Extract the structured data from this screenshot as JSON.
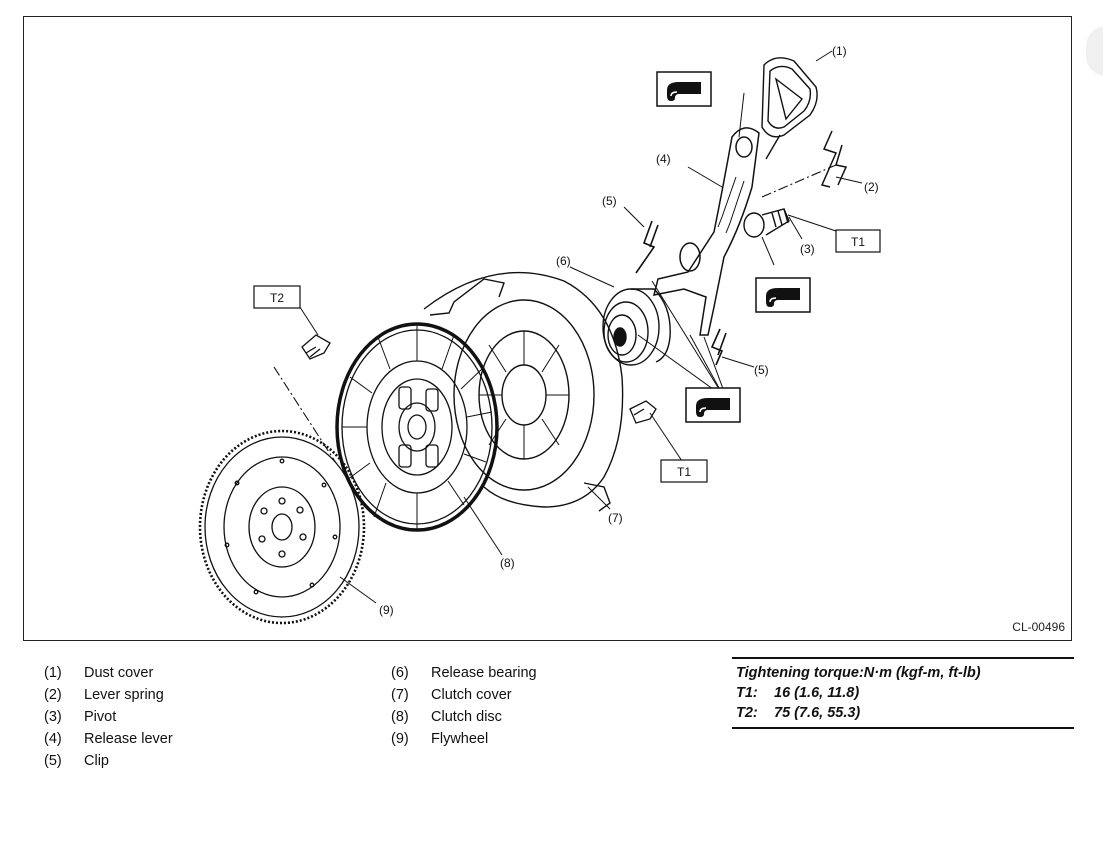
{
  "figure": {
    "code": "CL-00496",
    "callouts": {
      "c1": "(1)",
      "c2": "(2)",
      "c3": "(3)",
      "c4": "(4)",
      "c5a": "(5)",
      "c5b": "(5)",
      "c6": "(6)",
      "c7": "(7)",
      "c8": "(8)",
      "c9": "(9)"
    },
    "torque_tags": {
      "t1_upper": "T1",
      "t1_lower": "T1",
      "t2": "T2"
    }
  },
  "legend": {
    "left": [
      {
        "num": "(1)",
        "label": "Dust cover"
      },
      {
        "num": "(2)",
        "label": "Lever spring"
      },
      {
        "num": "(3)",
        "label": "Pivot"
      },
      {
        "num": "(4)",
        "label": "Release lever"
      },
      {
        "num": "(5)",
        "label": "Clip"
      }
    ],
    "right": [
      {
        "num": "(6)",
        "label": "Release bearing"
      },
      {
        "num": "(7)",
        "label": "Clutch cover"
      },
      {
        "num": "(8)",
        "label": "Clutch disc"
      },
      {
        "num": "(9)",
        "label": "Flywheel"
      }
    ]
  },
  "torque_table": {
    "heading": "Tightening torque:N·m (kgf-m, ft-lb)",
    "rows": [
      {
        "key": "T1:",
        "value": "16 (1.6, 11.8)"
      },
      {
        "key": "T2:",
        "value": "75 (7.6, 55.3)"
      }
    ]
  },
  "icons": [
    "grease-application-icon"
  ]
}
